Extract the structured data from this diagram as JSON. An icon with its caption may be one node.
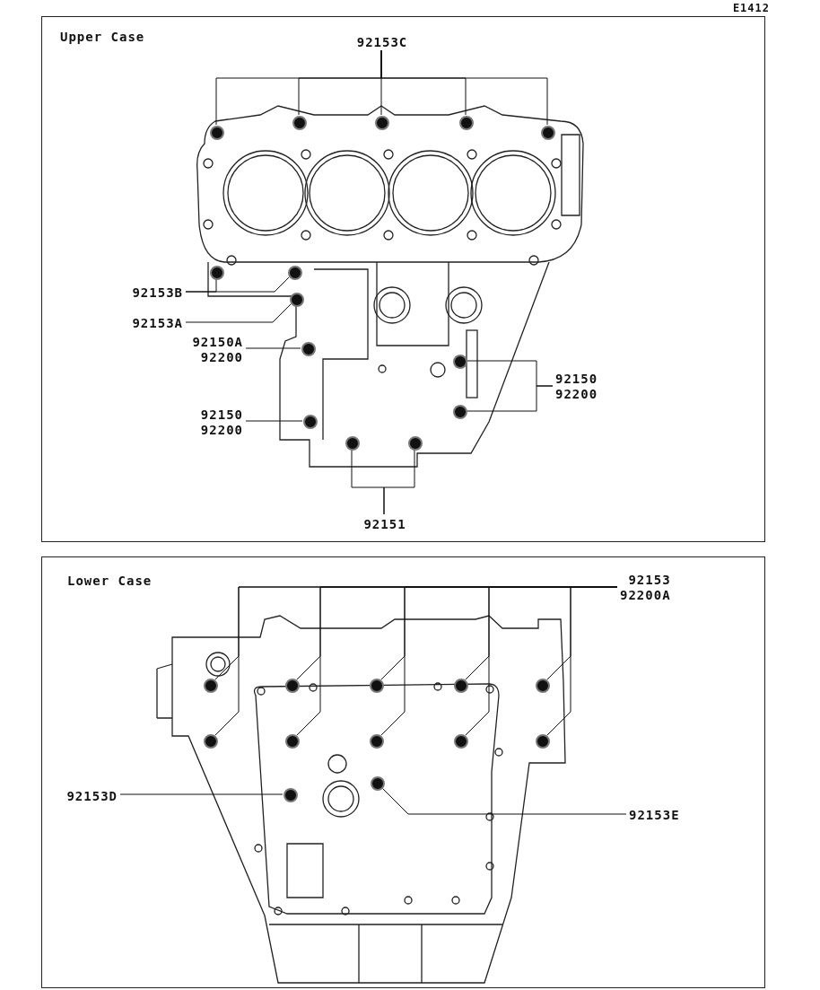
{
  "diagram": {
    "nodes": [
      {
        "text": [
          "Upper Case"
        ]
      },
      {
        "text": [
          "92153C"
        ],
        "in": 0
      },
      {
        "text": [],
        "shape": "circle",
        "in": 0
      },
      {
        "text": [],
        "shape": "circle",
        "in": 0
      },
      {
        "text": [],
        "shape": "circle",
        "in": 0
      },
      {
        "text": [],
        "shape": "circle",
        "in": 0
      },
      {
        "text": [],
        "shape": "circle",
        "in": 0
      },
      {
        "text": [
          "92153B"
        ],
        "in": 0
      },
      {
        "text": [],
        "shape": "circle",
        "in": 0
      },
      {
        "text": [],
        "shape": "circle",
        "in": 0
      },
      {
        "text": [
          "92153A"
        ],
        "in": 0
      },
      {
        "text": [],
        "shape": "circle",
        "in": 0
      },
      {
        "text": [
          "92150A 92200"
        ],
        "in": 0
      },
      {
        "text": [],
        "shape": "circle",
        "in": 0
      },
      {
        "text": [
          "92150 92200"
        ],
        "in": 0
      },
      {
        "text": [],
        "shape": "circle",
        "in": 0
      },
      {
        "text": [
          "92150 92200"
        ],
        "in": 0
      },
      {
        "text": [],
        "shape": "circle",
        "in": 0
      },
      {
        "text": [],
        "shape": "circle",
        "in": 0
      },
      {
        "text": [
          "92151"
        ],
        "in": 0
      },
      {
        "text": [],
        "shape": "circle",
        "in": 0
      },
      {
        "text": [],
        "shape": "circle",
        "in": 0
      },
      {
        "text": [
          "Lower Case"
        ]
      },
      {
        "text": [
          "92153 92200A"
        ],
        "in": 22
      },
      {
        "text": [],
        "shape": "circle",
        "in": 22
      },
      {
        "text": [],
        "shape": "circle",
        "in": 22
      },
      {
        "text": [],
        "shape": "circle",
        "in": 22
      },
      {
        "text": [],
        "shape": "circle",
        "in": 22
      },
      {
        "text": [],
        "shape": "circle",
        "in": 22
      },
      {
        "text": [],
        "shape": "circle",
        "in": 22
      },
      {
        "text": [],
        "shape": "circle",
        "in": 22
      },
      {
        "text": [],
        "shape": "circle",
        "in": 22
      },
      {
        "text": [],
        "shape": "circle",
        "in": 22
      },
      {
        "text": [],
        "shape": "circle",
        "in": 22
      },
      {
        "text": [
          "92153D"
        ],
        "in": 22
      },
      {
        "text": [],
        "shape": "circle",
        "in": 22
      },
      {
        "text": [
          "92153E"
        ],
        "in": 22
      },
      {
        "text": [],
        "shape": "circle",
        "in": 22
      }
    ],
    "edges": [
      {
        "from": 1,
        "to": 2,
        "arrow": "none"
      },
      {
        "from": 1,
        "to": 3,
        "arrow": "none"
      },
      {
        "from": 1,
        "to": 4,
        "arrow": "none"
      },
      {
        "from": 1,
        "to": 5,
        "arrow": "none"
      },
      {
        "from": 1,
        "to": 6,
        "arrow": "none"
      },
      {
        "from": 7,
        "to": 8,
        "arrow": "none"
      },
      {
        "from": 7,
        "to": 9,
        "arrow": "none"
      },
      {
        "from": 10,
        "to": 11,
        "arrow": "none"
      },
      {
        "from": 12,
        "to": 13,
        "arrow": "none"
      },
      {
        "from": 14,
        "to": 15,
        "arrow": "none"
      },
      {
        "from": 16,
        "to": 17,
        "arrow": "none"
      },
      {
        "from": 16,
        "to": 18,
        "arrow": "none"
      },
      {
        "from": 19,
        "to": 20,
        "arrow": "none"
      },
      {
        "from": 19,
        "to": 21,
        "arrow": "none"
      },
      {
        "from": 23,
        "to": 24,
        "arrow": "none"
      },
      {
        "from": 23,
        "to": 25,
        "arrow": "none"
      },
      {
        "from": 23,
        "to": 26,
        "arrow": "none"
      },
      {
        "from": 23,
        "to": 27,
        "arrow": "none"
      },
      {
        "from": 23,
        "to": 28,
        "arrow": "none"
      },
      {
        "from": 23,
        "to": 29,
        "arrow": "none"
      },
      {
        "from": 23,
        "to": 30,
        "arrow": "none"
      },
      {
        "from": 23,
        "to": 31,
        "arrow": "none"
      },
      {
        "from": 23,
        "to": 32,
        "arrow": "none"
      },
      {
        "from": 23,
        "to": 33,
        "arrow": "none"
      },
      {
        "from": 34,
        "to": 35,
        "arrow": "none"
      },
      {
        "from": 36,
        "to": 37,
        "arrow": "none"
      }
    ],
    "labels": [
      "E1412"
    ]
  }
}
